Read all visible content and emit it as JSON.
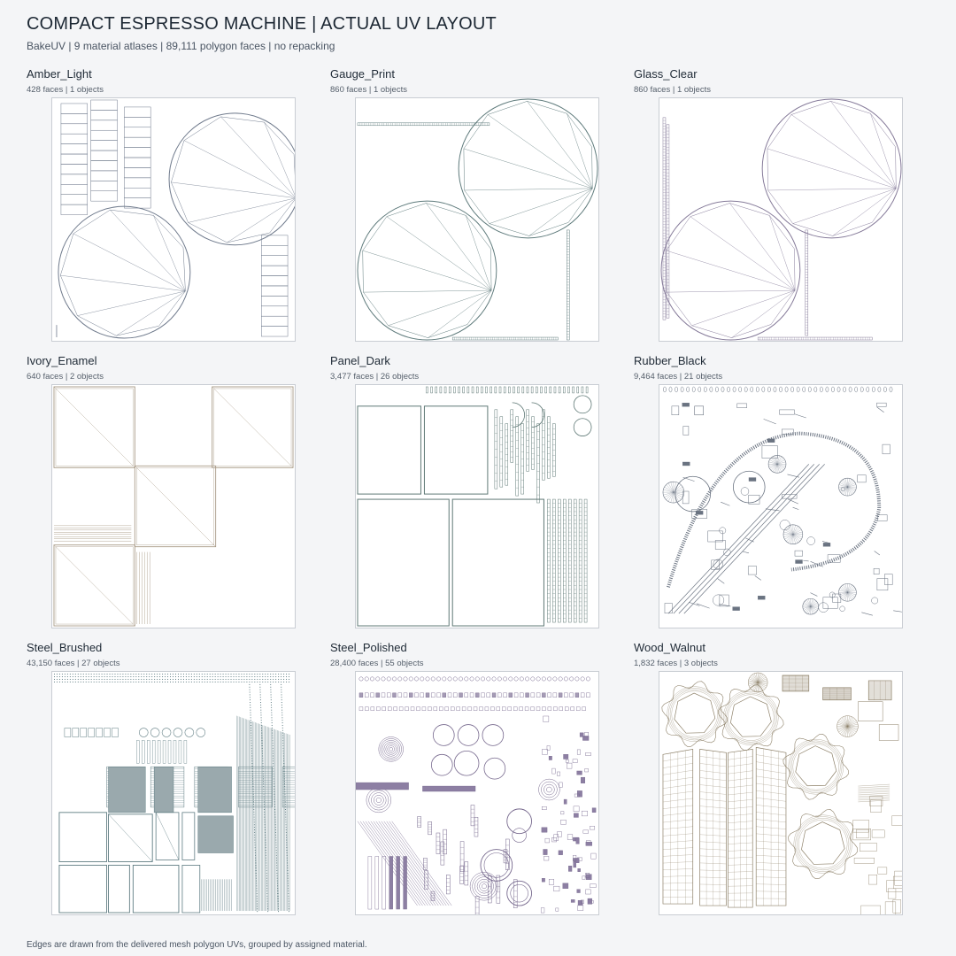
{
  "header": {
    "title": "COMPACT ESPRESSO MACHINE | ACTUAL UV LAYOUT",
    "subtitle": "BakeUV | 9 material atlases | 89,111 polygon faces | no repacking"
  },
  "materials": [
    {
      "name": "Amber_Light",
      "meta": "428 faces | 1 objects",
      "color": "#6f7a8c"
    },
    {
      "name": "Gauge_Print",
      "meta": "860 faces | 1 objects",
      "color": "#5f7b7c"
    },
    {
      "name": "Glass_Clear",
      "meta": "860 faces | 1 objects",
      "color": "#857a99"
    },
    {
      "name": "Ivory_Enamel",
      "meta": "640 faces | 2 objects",
      "color": "#a89a86"
    },
    {
      "name": "Panel_Dark",
      "meta": "3,477 faces | 26 objects",
      "color": "#5e7875"
    },
    {
      "name": "Rubber_Black",
      "meta": "9,464 faces | 21 objects",
      "color": "#6a7381"
    },
    {
      "name": "Steel_Brushed",
      "meta": "43,150 faces | 27 objects",
      "color": "#5f7c82"
    },
    {
      "name": "Steel_Polished",
      "meta": "28,400 faces | 55 objects",
      "color": "#76688d"
    },
    {
      "name": "Wood_Walnut",
      "meta": "1,832 faces | 3 objects",
      "color": "#8d8068"
    }
  ],
  "footer": {
    "note": "Edges are drawn from the delivered mesh polygon UVs, grouped by assigned material."
  }
}
